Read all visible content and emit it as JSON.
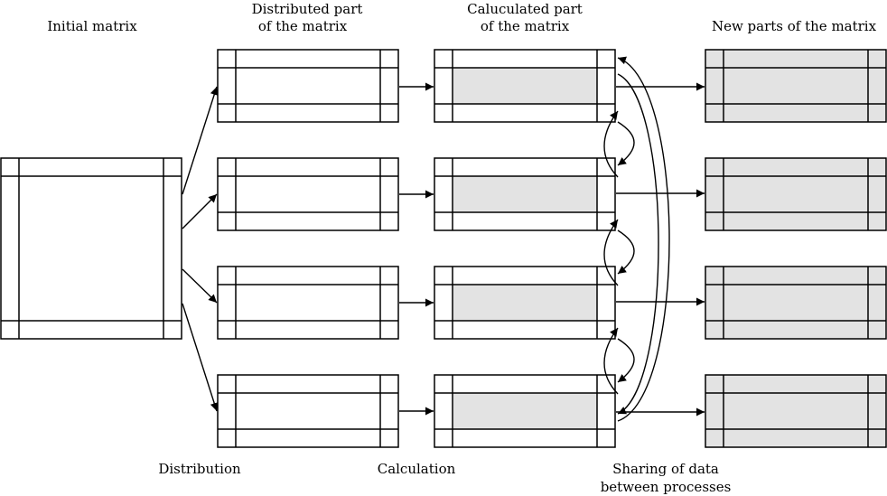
{
  "labels": {
    "initial_matrix": "Initial matrix",
    "distributed_line1": "Distributed part",
    "distributed_line2": "of the matrix",
    "calculated_line1": "Caluculated part",
    "calculated_line2": "of the matrix",
    "new_parts": "New parts of the matrix",
    "distribution": "Distribution",
    "calculation": "Calculation",
    "sharing_line1": "Sharing of data",
    "sharing_line2": "between processes"
  },
  "colors": {
    "stroke": "#000000",
    "shaded_fill": "#e3e3e3",
    "background": "#ffffff"
  }
}
